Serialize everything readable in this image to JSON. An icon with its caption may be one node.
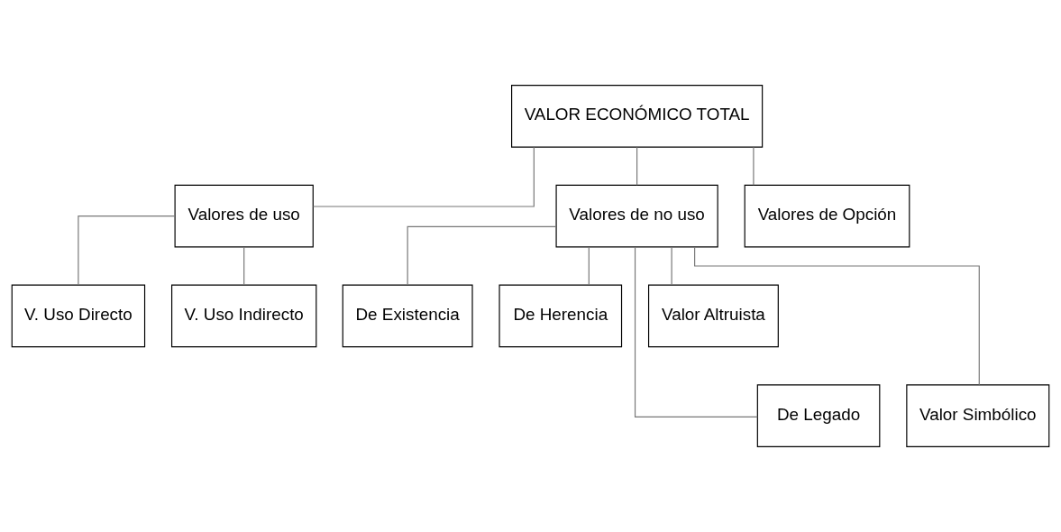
{
  "diagram": {
    "nodes": [
      {
        "text": [
          "VALOR ECONÓMICO TOTAL"
        ]
      },
      {
        "text": [
          "Valores de uso"
        ]
      },
      {
        "text": [
          "Valores de no uso"
        ]
      },
      {
        "text": [
          "Valores de Opción"
        ]
      },
      {
        "text": [
          "V. Uso Directo"
        ]
      },
      {
        "text": [
          "V. Uso Indirecto"
        ]
      },
      {
        "text": [
          "De Existencia"
        ]
      },
      {
        "text": [
          "De Herencia"
        ]
      },
      {
        "text": [
          "Valor Altruista"
        ]
      },
      {
        "text": [
          "De Legado"
        ]
      },
      {
        "text": [
          "Valor Simbólico"
        ]
      }
    ],
    "edges": [
      {
        "from": 0,
        "to": 1,
        "arrow": "none"
      },
      {
        "from": 0,
        "to": 2,
        "arrow": "none"
      },
      {
        "from": 0,
        "to": 3,
        "arrow": "none"
      },
      {
        "from": 1,
        "to": 4,
        "arrow": "none"
      },
      {
        "from": 1,
        "to": 5,
        "arrow": "none"
      },
      {
        "from": 2,
        "to": 6,
        "arrow": "none"
      },
      {
        "from": 2,
        "to": 7,
        "arrow": "none"
      },
      {
        "from": 2,
        "to": 8,
        "arrow": "none"
      },
      {
        "from": 2,
        "to": 9,
        "arrow": "none"
      },
      {
        "from": 2,
        "to": 10,
        "arrow": "none"
      }
    ]
  }
}
